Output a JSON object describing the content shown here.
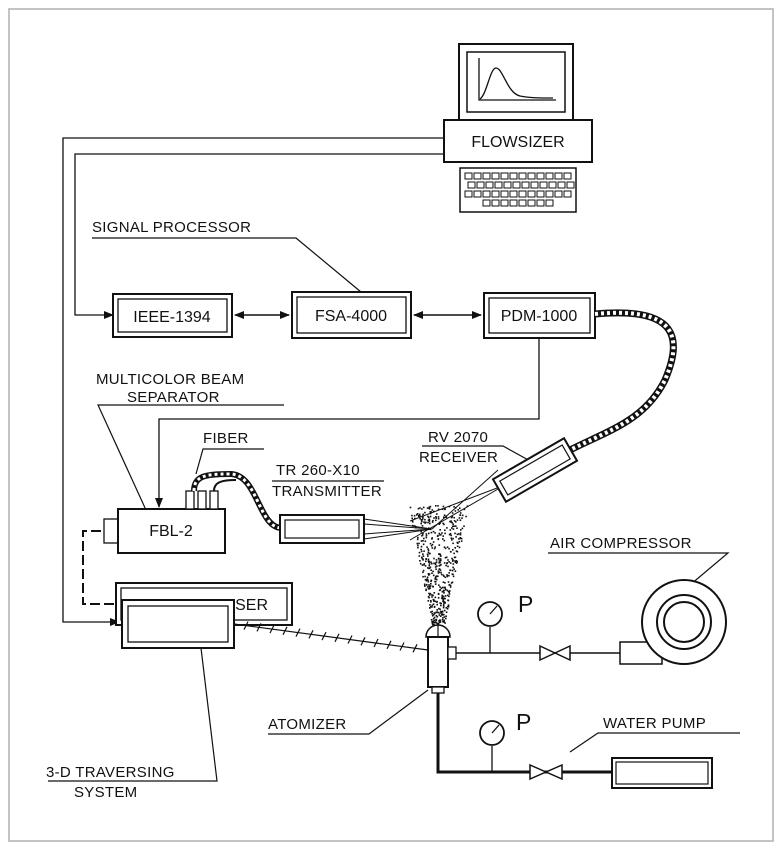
{
  "components": {
    "flowsizer": "FLOWSIZER",
    "ieee": "IEEE-1394",
    "fsa": "FSA-4000",
    "pdm": "PDM-1000",
    "fbl": "FBL-2",
    "laser": "2017 AR - LASER"
  },
  "labels": {
    "signal_processor": "SIGNAL PROCESSOR",
    "multicolor_line1": "MULTICOLOR BEAM",
    "multicolor_line2": "SEPARATOR",
    "fiber": "FIBER",
    "transmitter_line1": "TR 260-X10",
    "transmitter_line2": "TRANSMITTER",
    "receiver_line1": "RV 2070",
    "receiver_line2": "RECEIVER",
    "air_compressor": "AIR COMPRESSOR",
    "atomizer": "ATOMIZER",
    "water_pump": "WATER PUMP",
    "traverse_line1": "3-D TRAVERSING",
    "traverse_line2": "SYSTEM",
    "pressure_1": "P",
    "pressure_2": "P"
  }
}
